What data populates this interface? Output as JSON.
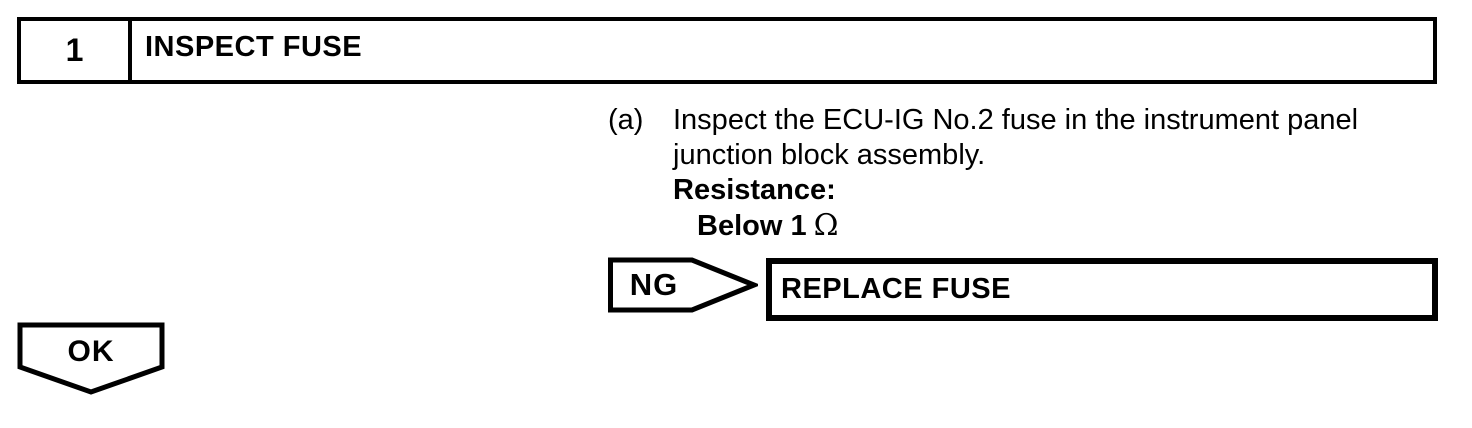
{
  "page": {
    "paper_color": "#ffffff",
    "ink_color": "#000000"
  },
  "step_header": {
    "number": "1",
    "title": "INSPECT FUSE"
  },
  "procedure": {
    "marker": "(a)",
    "instruction_line1": "Inspect the ECU-IG No.2 fuse in the instrument panel",
    "instruction_line2": "junction block assembly.",
    "spec_label": "Resistance:",
    "spec_value": "Below 1",
    "spec_unit": "Ω"
  },
  "ng_branch": {
    "label": "NG",
    "action": "REPLACE FUSE"
  },
  "ok_branch": {
    "label": "OK"
  }
}
